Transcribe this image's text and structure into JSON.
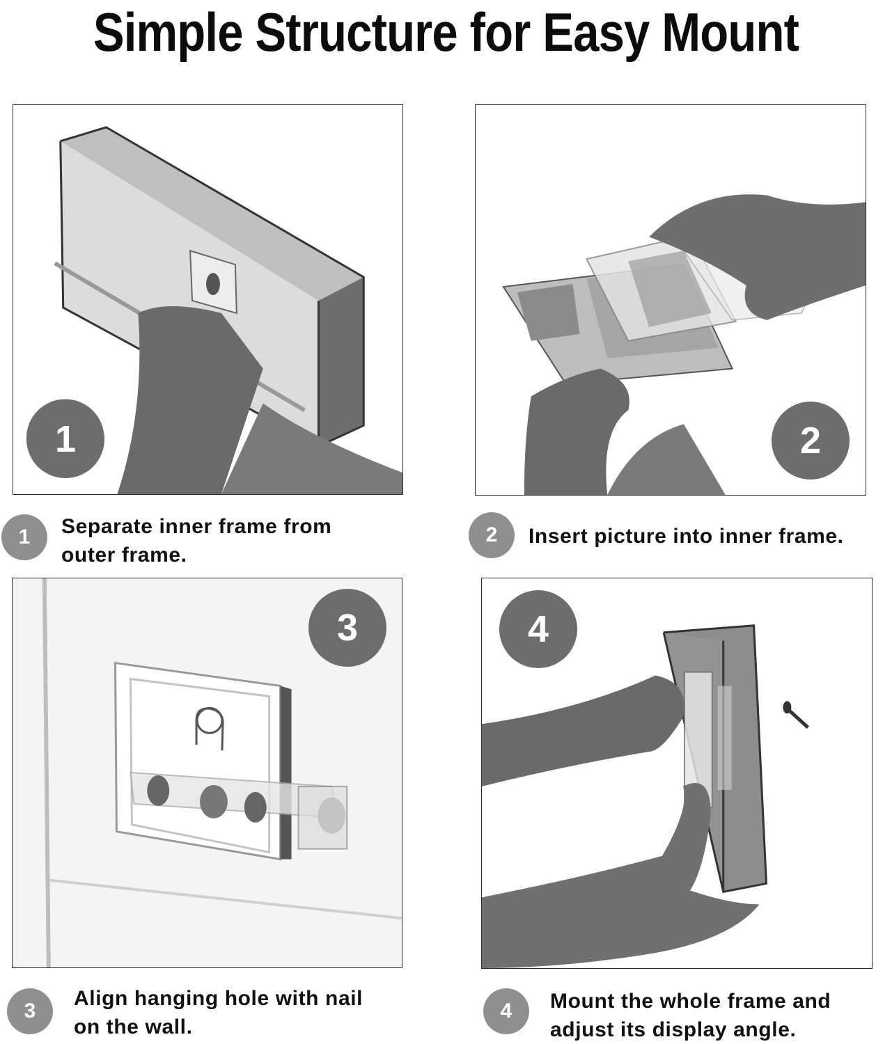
{
  "title": "Simple Structure for Easy Mount",
  "steps": [
    {
      "number": "1",
      "caption_line1": "Separate inner frame from",
      "caption_line2": "outer frame."
    },
    {
      "number": "2",
      "caption_line1": "Insert picture into inner frame.",
      "caption_line2": ""
    },
    {
      "number": "3",
      "caption_line1": "Align hanging hole with nail",
      "caption_line2": "on the wall."
    },
    {
      "number": "4",
      "caption_line1": "Mount the whole frame and",
      "caption_line2": "adjust its display angle."
    }
  ],
  "colors": {
    "badge": "#6d6d6d",
    "caption_badge": "#8f8f8f",
    "frame_tint": "#5f5f5f"
  }
}
